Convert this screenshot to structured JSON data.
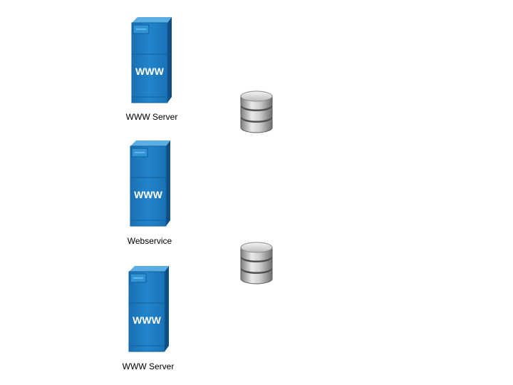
{
  "diagram": {
    "servers": [
      {
        "label": "WWW Server",
        "screen_text": "WWW",
        "icon": "www-server-icon"
      },
      {
        "label": "Webservice",
        "screen_text": "WWW",
        "icon": "www-server-icon"
      },
      {
        "label": "WWW Server",
        "screen_text": "WWW",
        "icon": "www-server-icon"
      }
    ],
    "databases": [
      {
        "icon": "database-icon"
      },
      {
        "icon": "database-icon"
      }
    ]
  },
  "colors": {
    "server_front": "#1e7dc3",
    "server_side": "#0f4f86",
    "server_top": "#4fa3dd",
    "database_body": "#b3b3b3"
  }
}
